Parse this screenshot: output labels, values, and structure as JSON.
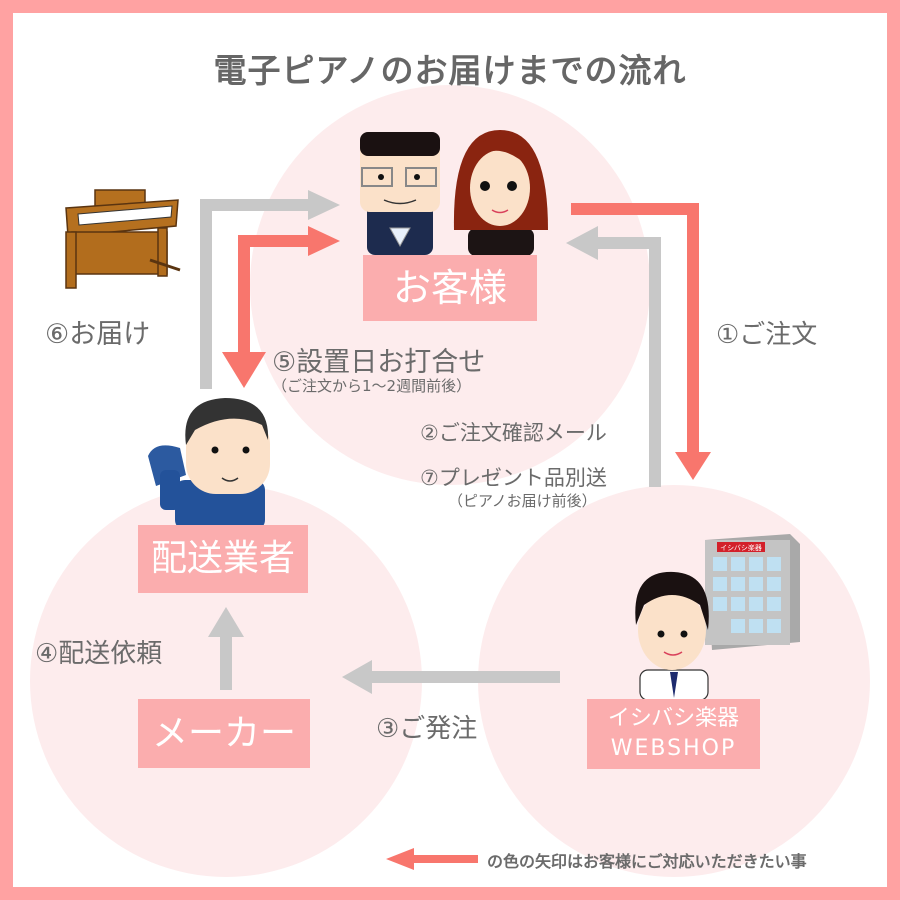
{
  "title": "電子ピアノのお届けまでの流れ",
  "colors": {
    "customer_action_arrow": "#f8766d",
    "other_arrow": "#c8c8c8",
    "label_box": "#fbadae",
    "frame": "#ffa2a2",
    "circle": "#fdeced"
  },
  "nodes": {
    "customer": {
      "label": "お客様",
      "icon": "customer-couple-illustration"
    },
    "carrier": {
      "label": "配送業者",
      "icon": "delivery-man-illustration"
    },
    "maker": {
      "label": "メーカー"
    },
    "shop": {
      "label_line1": "イシバシ楽器",
      "label_line2": "WEBSHOP",
      "icon": "shop-staff-illustration",
      "building_sign": "イシバシ楽器"
    }
  },
  "steps": {
    "s1": "①ご注文",
    "s2": "②ご注文確認メール",
    "s3": "③ご発注",
    "s4": "④配送依頼",
    "s5": "⑤設置日お打合せ",
    "s5_note": "（ご注文から1〜2週間前後）",
    "s6": "⑥お届け",
    "s7": "⑦プレゼント品別送",
    "s7_note": "（ピアノお届け前後）"
  },
  "legend": {
    "text": "の色の矢印はお客様にご対応いただきたい事"
  }
}
